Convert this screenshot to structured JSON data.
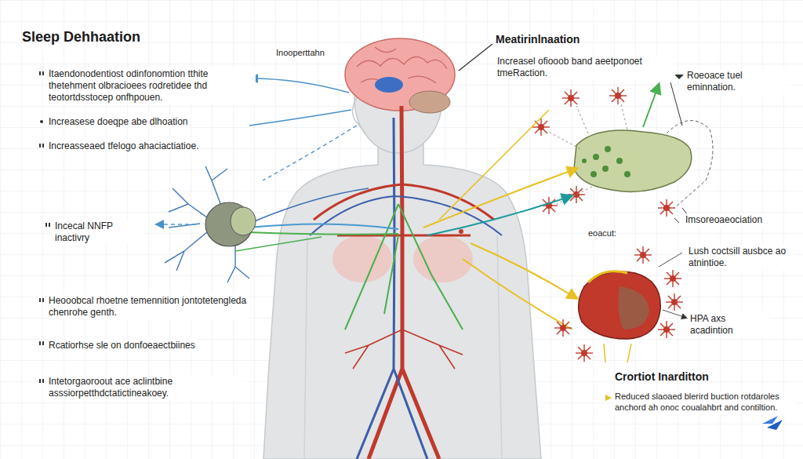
{
  "diagram": {
    "title": "Sleep Dehhaation",
    "labels": [
      "Itaendonodentiost odinfonomtion tthite thetehment olbracioees rodretidee thd teotortdsstocep onfhpouen.",
      "Increasese doeqpe abe dlhoation",
      "Increasseaed tfelogo ahaciactiatioe.",
      "Incecal NNFP inactivry",
      "Heooobcal rhoetne temennition jontotetengleda chenrohe genth.",
      "Rcatiorhse sle on donfoeaectbiines",
      "Intetorgaoroout ace aclintbine asssiorpetthdctatictineakoey.",
      "Inooperttahn",
      "Meatirinlnaation",
      "Increasel ofiooob band aeetponoet tmeRaction.",
      "Roeoace tuel eminnation.",
      "Imsoreoaeociation",
      "eoacut:",
      "Lush coctsill ausbce ao atnintioe.",
      "HPA axs acadintion",
      "Crortiot Inarditton",
      "Reduced slaoaed blerird buction rotdaroles anchord ah onoc coualahbrt and contiltion."
    ]
  }
}
